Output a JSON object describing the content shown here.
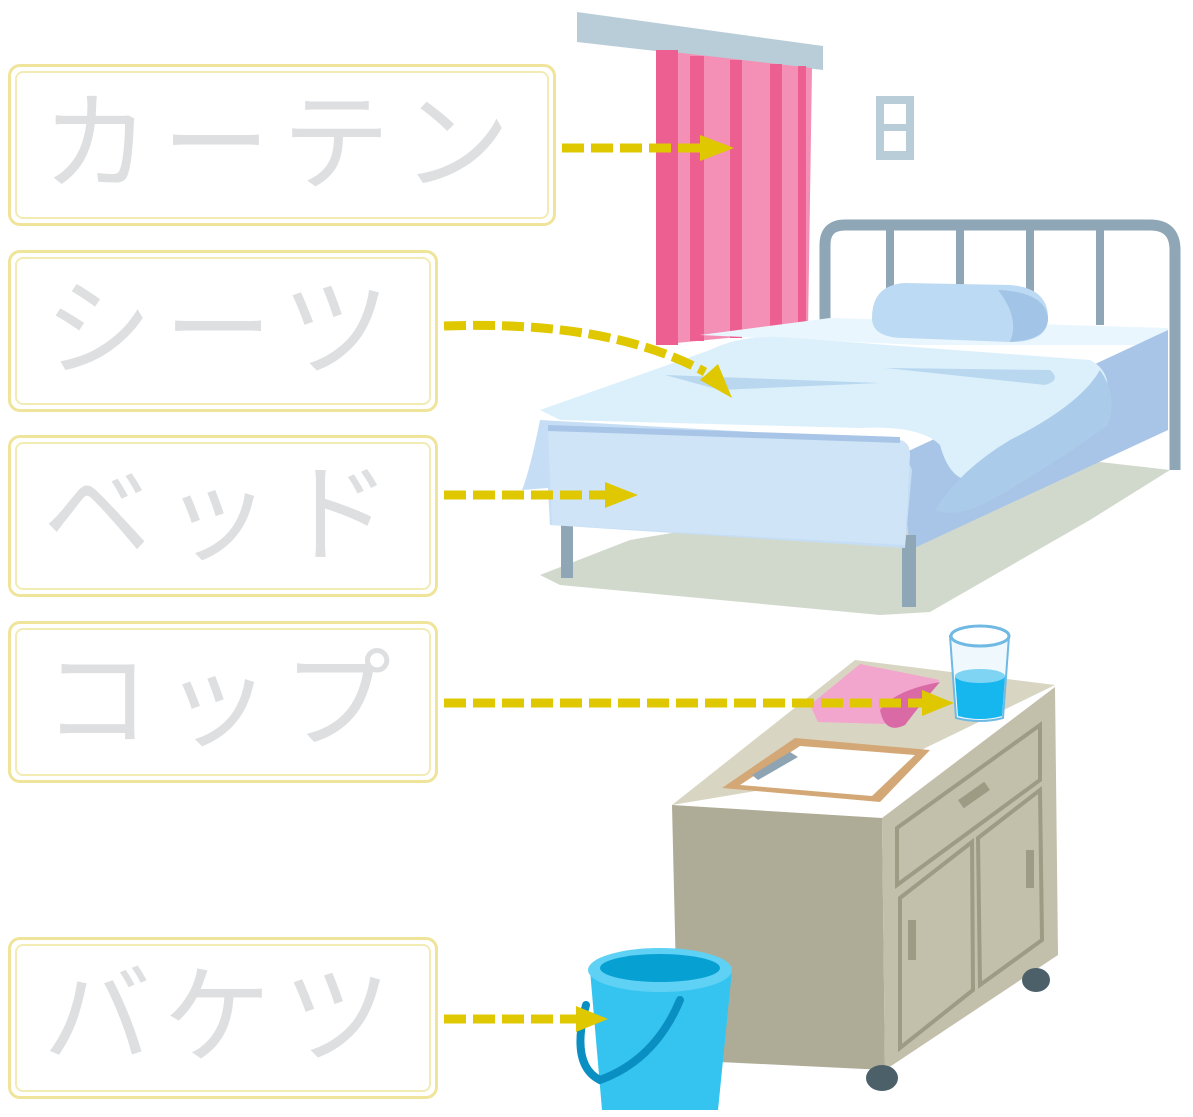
{
  "labels": [
    {
      "id": "curtain",
      "text": "カーテン"
    },
    {
      "id": "sheets",
      "text": "シーツ"
    },
    {
      "id": "bed",
      "text": "ベッド"
    },
    {
      "id": "cup",
      "text": "コップ"
    },
    {
      "id": "bucket",
      "text": "バケツ"
    }
  ],
  "colors": {
    "label_border": "#efe49a",
    "label_text": "#dedfe0",
    "arrow": "#e0c800",
    "curtain": "#f07aa6",
    "sheet": "#dcf0fb",
    "bed_frame": "#8ea6b5",
    "cabinet": "#aeac97",
    "bucket": "#35c4f0"
  },
  "icons": [
    "curtain-icon",
    "bed-icon",
    "sheet-icon",
    "pillow-icon",
    "cup-icon",
    "cabinet-icon",
    "towel-icon",
    "clipboard-icon",
    "bucket-icon",
    "wall-switch-icon"
  ]
}
